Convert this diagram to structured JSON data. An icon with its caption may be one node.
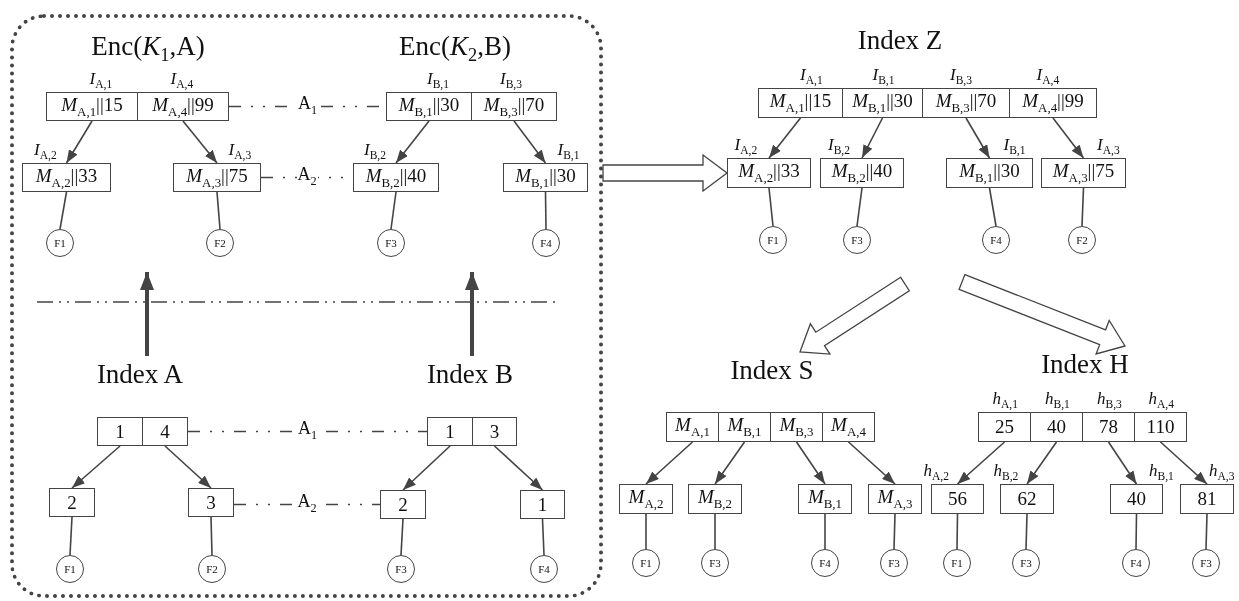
{
  "diagram": {
    "nodes": [
      {
        "text": [],
        "shape": "box"
      },
      {
        "text": [
          "Enc(*K*$_{1}$,A)"
        ],
        "in": 0
      },
      {
        "text": [
          "*M*$_{A,1}$||15"
        ],
        "beside": [
          "*I*$_{A,1}$"
        ],
        "in": 0
      },
      {
        "text": [
          "*M*$_{A,4}$||99"
        ],
        "beside": [
          "*I*$_{A,4}$"
        ],
        "in": 0
      },
      {
        "text": [
          "*M*$_{A,2}$||33"
        ],
        "beside": [
          "*I*$_{A,2}$"
        ],
        "in": 0
      },
      {
        "text": [
          "*M*$_{A,3}$||75"
        ],
        "beside": [
          "*I*$_{A,3}$"
        ],
        "in": 0
      },
      {
        "text": [
          "F1"
        ],
        "in": 0
      },
      {
        "text": [
          "F2"
        ],
        "in": 0
      },
      {
        "text": [
          "Enc(*K*$_{2}$,B)"
        ],
        "in": 0
      },
      {
        "text": [
          "*M*$_{B,1}$||30"
        ],
        "beside": [
          "*I*$_{B,1}$"
        ],
        "in": 0
      },
      {
        "text": [
          "*M*$_{B,3}$||70"
        ],
        "beside": [
          "*I*$_{B,3}$"
        ],
        "in": 0
      },
      {
        "text": [
          "*M*$_{B,2}$||40"
        ],
        "beside": [
          "*I*$_{B,2}$"
        ],
        "in": 0
      },
      {
        "text": [
          "*M*$_{B,1}$||30"
        ],
        "beside": [
          "*I*$_{B,1}$"
        ],
        "in": 0
      },
      {
        "text": [
          "F3"
        ],
        "in": 0
      },
      {
        "text": [
          "F4"
        ],
        "in": 0
      },
      {
        "text": [
          "Index A"
        ],
        "in": 0
      },
      {
        "text": [
          "1"
        ],
        "in": 0
      },
      {
        "text": [
          "4"
        ],
        "in": 0
      },
      {
        "text": [
          "2"
        ],
        "in": 0
      },
      {
        "text": [
          "3"
        ],
        "in": 0
      },
      {
        "text": [
          "F1"
        ],
        "in": 0
      },
      {
        "text": [
          "F2"
        ],
        "in": 0
      },
      {
        "text": [
          "Index B"
        ],
        "in": 0
      },
      {
        "text": [
          "1"
        ],
        "in": 0
      },
      {
        "text": [
          "3"
        ],
        "in": 0
      },
      {
        "text": [
          "2"
        ],
        "in": 0
      },
      {
        "text": [
          "1"
        ],
        "in": 0
      },
      {
        "text": [
          "F3"
        ],
        "in": 0
      },
      {
        "text": [
          "F4"
        ],
        "in": 0
      },
      {
        "text": [
          "Index Z"
        ]
      },
      {
        "text": [
          "*M*$_{A,1}$||15"
        ],
        "beside": [
          "*I*$_{A,1}$"
        ]
      },
      {
        "text": [
          "*M*$_{B,1}$||30"
        ],
        "beside": [
          "*I*$_{B,1}$"
        ]
      },
      {
        "text": [
          "*M*$_{B,3}$||70"
        ],
        "beside": [
          "*I*$_{B,3}$"
        ]
      },
      {
        "text": [
          "*M*$_{A,4}$||99"
        ],
        "beside": [
          "*I*$_{A,4}$"
        ]
      },
      {
        "text": [
          "*M*$_{A,2}$||33"
        ],
        "beside": [
          "*I*$_{A,2}$"
        ]
      },
      {
        "text": [
          "*M*$_{B,2}$||40"
        ],
        "beside": [
          "*I*$_{B,2}$"
        ]
      },
      {
        "text": [
          "*M*$_{B,1}$||30"
        ],
        "beside": [
          "*I*$_{B,1}$"
        ]
      },
      {
        "text": [
          "*M*$_{A,3}$||75"
        ],
        "beside": [
          "*I*$_{A,3}$"
        ]
      },
      {
        "text": [
          "F1"
        ]
      },
      {
        "text": [
          "F3"
        ]
      },
      {
        "text": [
          "F4"
        ]
      },
      {
        "text": [
          "F2"
        ]
      },
      {
        "text": [
          "Index S"
        ]
      },
      {
        "text": [
          "*M*$_{A,1}$"
        ]
      },
      {
        "text": [
          "*M*$_{B,1}$"
        ]
      },
      {
        "text": [
          "*M*$_{B,3}$"
        ]
      },
      {
        "text": [
          "*M*$_{A,4}$"
        ]
      },
      {
        "text": [
          "*M*$_{A,2}$"
        ]
      },
      {
        "text": [
          "*M*$_{B,2}$"
        ]
      },
      {
        "text": [
          "*M*$_{B,1}$"
        ]
      },
      {
        "text": [
          "*M*$_{A,3}$"
        ]
      },
      {
        "text": [
          "F1"
        ]
      },
      {
        "text": [
          "F3"
        ]
      },
      {
        "text": [
          "F4"
        ]
      },
      {
        "text": [
          "F3"
        ]
      },
      {
        "text": [
          "Index H"
        ]
      },
      {
        "text": [
          "25"
        ],
        "beside": [
          "*h*$_{A,1}$"
        ]
      },
      {
        "text": [
          "40"
        ],
        "beside": [
          "*h*$_{B,1}$"
        ]
      },
      {
        "text": [
          "78"
        ],
        "beside": [
          "*h*$_{B,3}$"
        ]
      },
      {
        "text": [
          "110"
        ],
        "beside": [
          "*h*$_{A,4}$"
        ]
      },
      {
        "text": [
          "56"
        ],
        "beside": [
          "*h*$_{A,2}$"
        ]
      },
      {
        "text": [
          "62"
        ],
        "beside": [
          "*h*$_{B,2}$"
        ]
      },
      {
        "text": [
          "40"
        ],
        "beside": [
          "*h*$_{B,1}$"
        ]
      },
      {
        "text": [
          "81"
        ],
        "beside": [
          "*h*$_{A,3}$"
        ]
      },
      {
        "text": [
          "F1"
        ]
      },
      {
        "text": [
          "F3"
        ]
      },
      {
        "text": [
          "F4"
        ]
      },
      {
        "text": [
          "F3"
        ]
      }
    ],
    "edges": [
      {
        "from": 2,
        "to": 4,
        "arrow": "to"
      },
      {
        "from": 3,
        "to": 5,
        "arrow": "to"
      },
      {
        "from": 4,
        "to": 6,
        "arrow": "none"
      },
      {
        "from": 5,
        "to": 7,
        "arrow": "none"
      },
      {
        "from": 3,
        "to": 9,
        "arrow": "none",
        "label": "A$_{1}$",
        "style": "dashed"
      },
      {
        "from": 5,
        "to": 11,
        "arrow": "none",
        "label": "A$_{2}$",
        "style": "dashed"
      },
      {
        "from": 9,
        "to": 11,
        "arrow": "to"
      },
      {
        "from": 10,
        "to": 12,
        "arrow": "to"
      },
      {
        "from": 11,
        "to": 13,
        "arrow": "none"
      },
      {
        "from": 12,
        "to": 14,
        "arrow": "none"
      },
      {
        "from": 16,
        "to": 18,
        "arrow": "to"
      },
      {
        "from": 17,
        "to": 19,
        "arrow": "to"
      },
      {
        "from": 18,
        "to": 20,
        "arrow": "none"
      },
      {
        "from": 19,
        "to": 21,
        "arrow": "none"
      },
      {
        "from": 17,
        "to": 23,
        "arrow": "none",
        "label": "A$_{1}$",
        "style": "dashed"
      },
      {
        "from": 19,
        "to": 25,
        "arrow": "none",
        "label": "A$_{2}$",
        "style": "dashed"
      },
      {
        "from": 23,
        "to": 25,
        "arrow": "to"
      },
      {
        "from": 24,
        "to": 26,
        "arrow": "to"
      },
      {
        "from": 25,
        "to": 27,
        "arrow": "none"
      },
      {
        "from": 26,
        "to": 28,
        "arrow": "none"
      },
      {
        "from": 15,
        "to": null,
        "arrow": "to",
        "style": "thick"
      },
      {
        "from": 22,
        "to": null,
        "arrow": "to",
        "style": "thick"
      },
      {
        "from": 0,
        "to": 34,
        "arrow": "to",
        "style": "thick"
      },
      {
        "from": 30,
        "to": 34,
        "arrow": "to"
      },
      {
        "from": 31,
        "to": 35,
        "arrow": "to"
      },
      {
        "from": 32,
        "to": 36,
        "arrow": "to"
      },
      {
        "from": 33,
        "to": 37,
        "arrow": "to"
      },
      {
        "from": 34,
        "to": 38,
        "arrow": "none"
      },
      {
        "from": 35,
        "to": 39,
        "arrow": "none"
      },
      {
        "from": 36,
        "to": 40,
        "arrow": "none"
      },
      {
        "from": 37,
        "to": 41,
        "arrow": "none"
      },
      {
        "from": null,
        "to": 42,
        "arrow": "to",
        "style": "thick"
      },
      {
        "from": null,
        "to": 55,
        "arrow": "to",
        "style": "thick"
      },
      {
        "from": 43,
        "to": 47,
        "arrow": "to"
      },
      {
        "from": 44,
        "to": 48,
        "arrow": "to"
      },
      {
        "from": 45,
        "to": 49,
        "arrow": "to"
      },
      {
        "from": 46,
        "to": 50,
        "arrow": "to"
      },
      {
        "from": 47,
        "to": 51,
        "arrow": "none"
      },
      {
        "from": 48,
        "to": 52,
        "arrow": "none"
      },
      {
        "from": 49,
        "to": 53,
        "arrow": "none"
      },
      {
        "from": 50,
        "to": 54,
        "arrow": "none"
      },
      {
        "from": 56,
        "to": 60,
        "arrow": "to"
      },
      {
        "from": 57,
        "to": 61,
        "arrow": "to"
      },
      {
        "from": 58,
        "to": 62,
        "arrow": "to"
      },
      {
        "from": 59,
        "to": 63,
        "arrow": "to"
      },
      {
        "from": 60,
        "to": 64,
        "arrow": "none"
      },
      {
        "from": 61,
        "to": 65,
        "arrow": "none"
      },
      {
        "from": 62,
        "to": 66,
        "arrow": "none"
      },
      {
        "from": 63,
        "to": 67,
        "arrow": "none"
      }
    ]
  }
}
